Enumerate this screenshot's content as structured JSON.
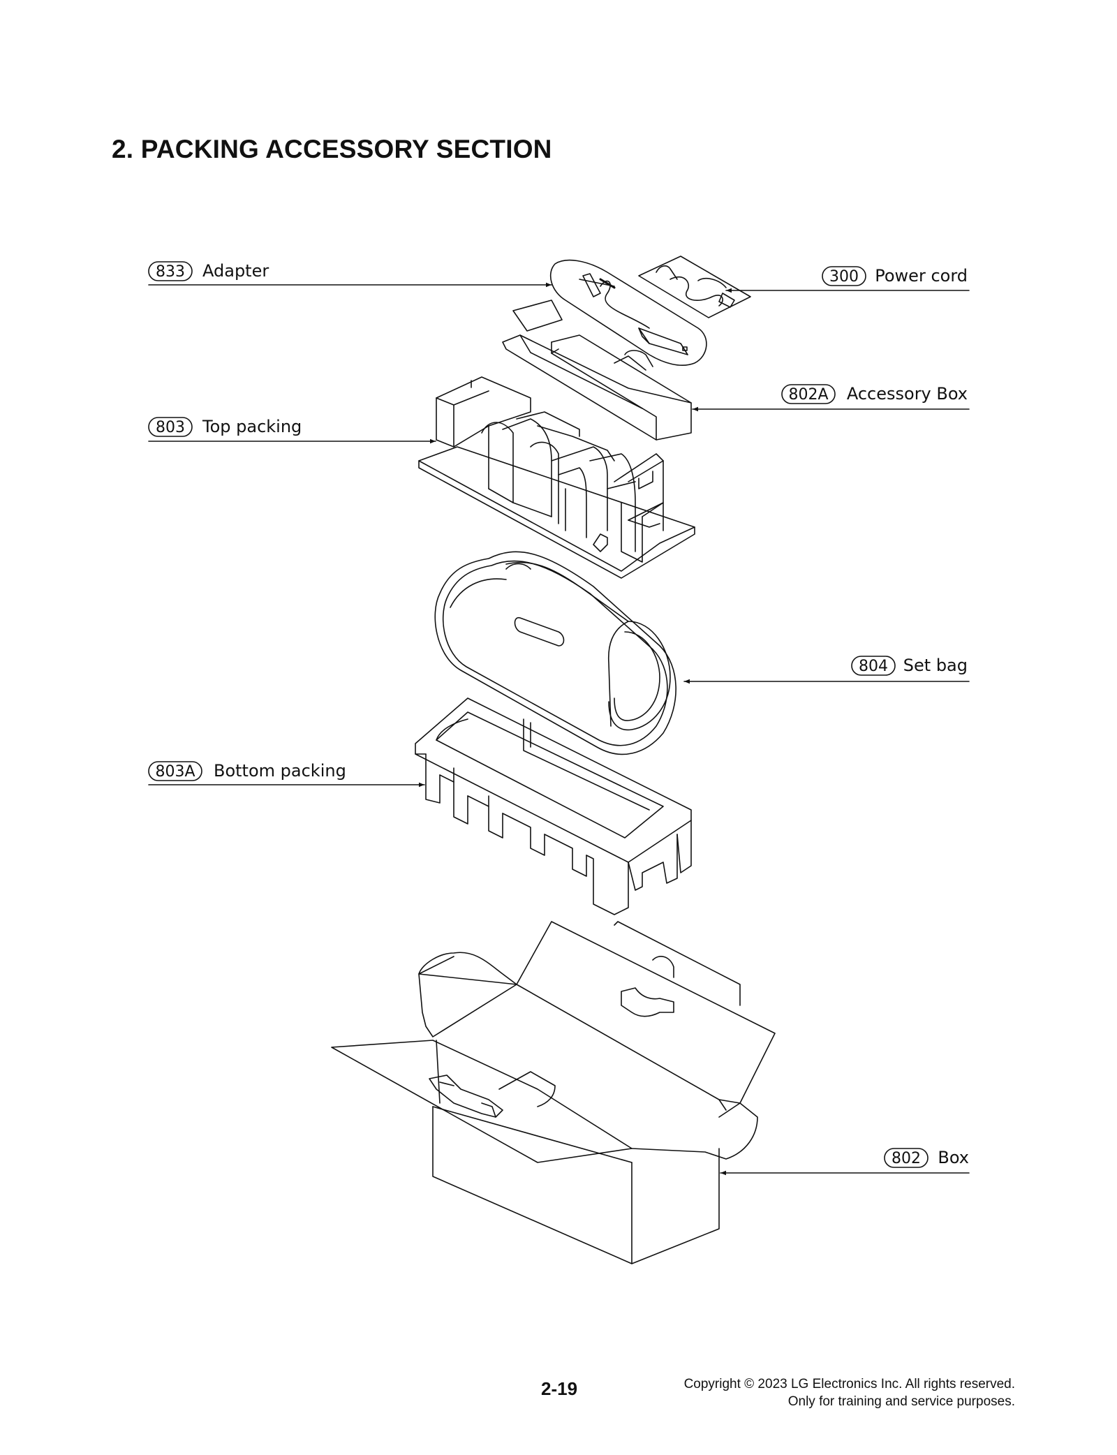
{
  "page": {
    "title": "2. PACKING ACCESSORY SECTION",
    "page_number": "2-19",
    "copyright_line1": "Copyright © 2023 LG Electronics Inc. All rights reserved.",
    "copyright_line2": "Only for training and service purposes."
  },
  "callouts": [
    {
      "id": "adapter",
      "number": "833",
      "label": "Adapter"
    },
    {
      "id": "power-cord",
      "number": "300",
      "label": "Power cord"
    },
    {
      "id": "accessory-box",
      "number": "802A",
      "label": "Accessory Box"
    },
    {
      "id": "top-packing",
      "number": "803",
      "label": "Top packing"
    },
    {
      "id": "set-bag",
      "number": "804",
      "label": "Set bag"
    },
    {
      "id": "bottom-packing",
      "number": "803A",
      "label": "Bottom packing"
    },
    {
      "id": "box",
      "number": "802",
      "label": "Box"
    }
  ]
}
